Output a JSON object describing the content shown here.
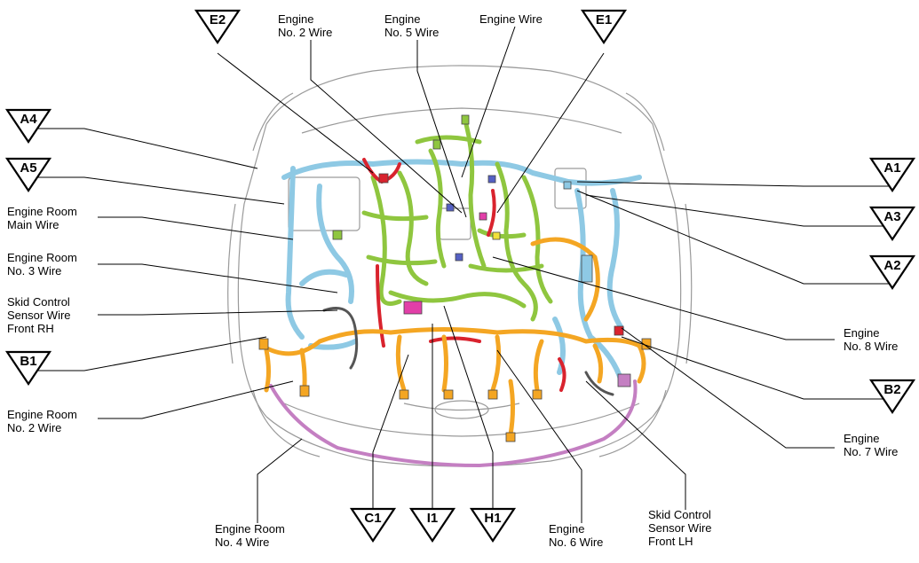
{
  "labels": {
    "engine_no2": [
      "Engine",
      "No. 2 Wire"
    ],
    "engine_no5": [
      "Engine",
      "No. 5 Wire"
    ],
    "engine_wire": [
      "Engine Wire"
    ],
    "engine_room_main": [
      "Engine Room",
      "Main Wire"
    ],
    "engine_room_no3": [
      "Engine Room",
      "No. 3 Wire"
    ],
    "skid_rh": [
      "Skid Control",
      "Sensor Wire",
      "Front RH"
    ],
    "engine_room_no2": [
      "Engine Room",
      "No. 2 Wire"
    ],
    "engine_room_no4": [
      "Engine Room",
      "No. 4 Wire"
    ],
    "engine_no6": [
      "Engine",
      "No. 6 Wire"
    ],
    "skid_lh": [
      "Skid Control",
      "Sensor Wire",
      "Front LH"
    ],
    "engine_no7": [
      "Engine",
      "No. 7 Wire"
    ],
    "engine_no8": [
      "Engine",
      "No. 8 Wire"
    ]
  },
  "markers": [
    "E2",
    "E1",
    "A4",
    "A5",
    "B1",
    "A1",
    "A3",
    "A2",
    "B2",
    "C1",
    "I1",
    "H1"
  ],
  "colors": {
    "engine_harness": "#8fc63f",
    "engine_room_harness": "#8ec9e4",
    "front_harness": "#f4a623",
    "red_harness": "#d9232e",
    "bumper_harness": "#c47fc2",
    "sensor_harness": "#555555",
    "outline": "#9a9a9a"
  }
}
